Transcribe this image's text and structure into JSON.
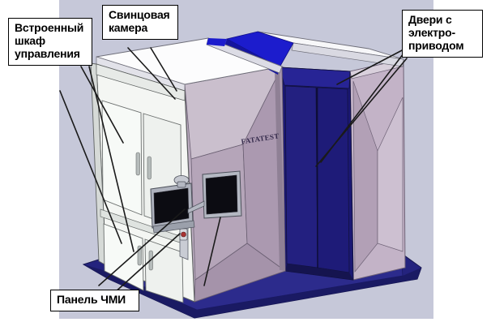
{
  "figure": {
    "subject": "3D CAD rendering of an industrial shielded inspection chamber",
    "background_color": "#ffffff",
    "panel_color": "#c6c8d9"
  },
  "callouts": [
    {
      "id": "callout-built-in-control-cabinet",
      "name": "callout-built-in-control-cabinet",
      "text": "Встроенный\nшкаф\nуправления"
    },
    {
      "id": "callout-lead-chamber",
      "name": "callout-lead-chamber",
      "text": "Свинцовая\nкамера"
    },
    {
      "id": "callout-electric-drive-doors",
      "name": "callout-electric-drive-doors",
      "text": "Двери с\nэлектро-\nприводом"
    },
    {
      "id": "callout-hmi-panel",
      "name": "callout-hmi-panel",
      "text": "Панель ЧМИ"
    }
  ],
  "machine": {
    "brand_text": "FATATEST",
    "colors": {
      "roof_white": "#fbfbfb",
      "roof_blue": "#1c1ccd",
      "door_blue_dark": "#231f7a",
      "door_blue_deep": "#1a1670",
      "base_navy": "#24237e",
      "cabinet_white": "#f2f4f1",
      "cabinet_shadow": "#dfe3df",
      "side_mauve": "#b8a8bc",
      "side_mauve_light": "#cfc2d2",
      "side_mauve_dark": "#a896ad",
      "monitor_screen": "#0c0c12",
      "monitor_bezel": "#b9bcc6",
      "indicator_red": "#a83232",
      "outline": "#3a3a46"
    },
    "parts": [
      "roof-panel",
      "lead-chamber-body",
      "control-cabinet-upper-doors",
      "control-cabinet-lower-doors",
      "motorized-door-left",
      "motorized-door-right",
      "hmi-monitor-left",
      "hmi-monitor-right",
      "monitor-support-column",
      "base-platform"
    ]
  }
}
